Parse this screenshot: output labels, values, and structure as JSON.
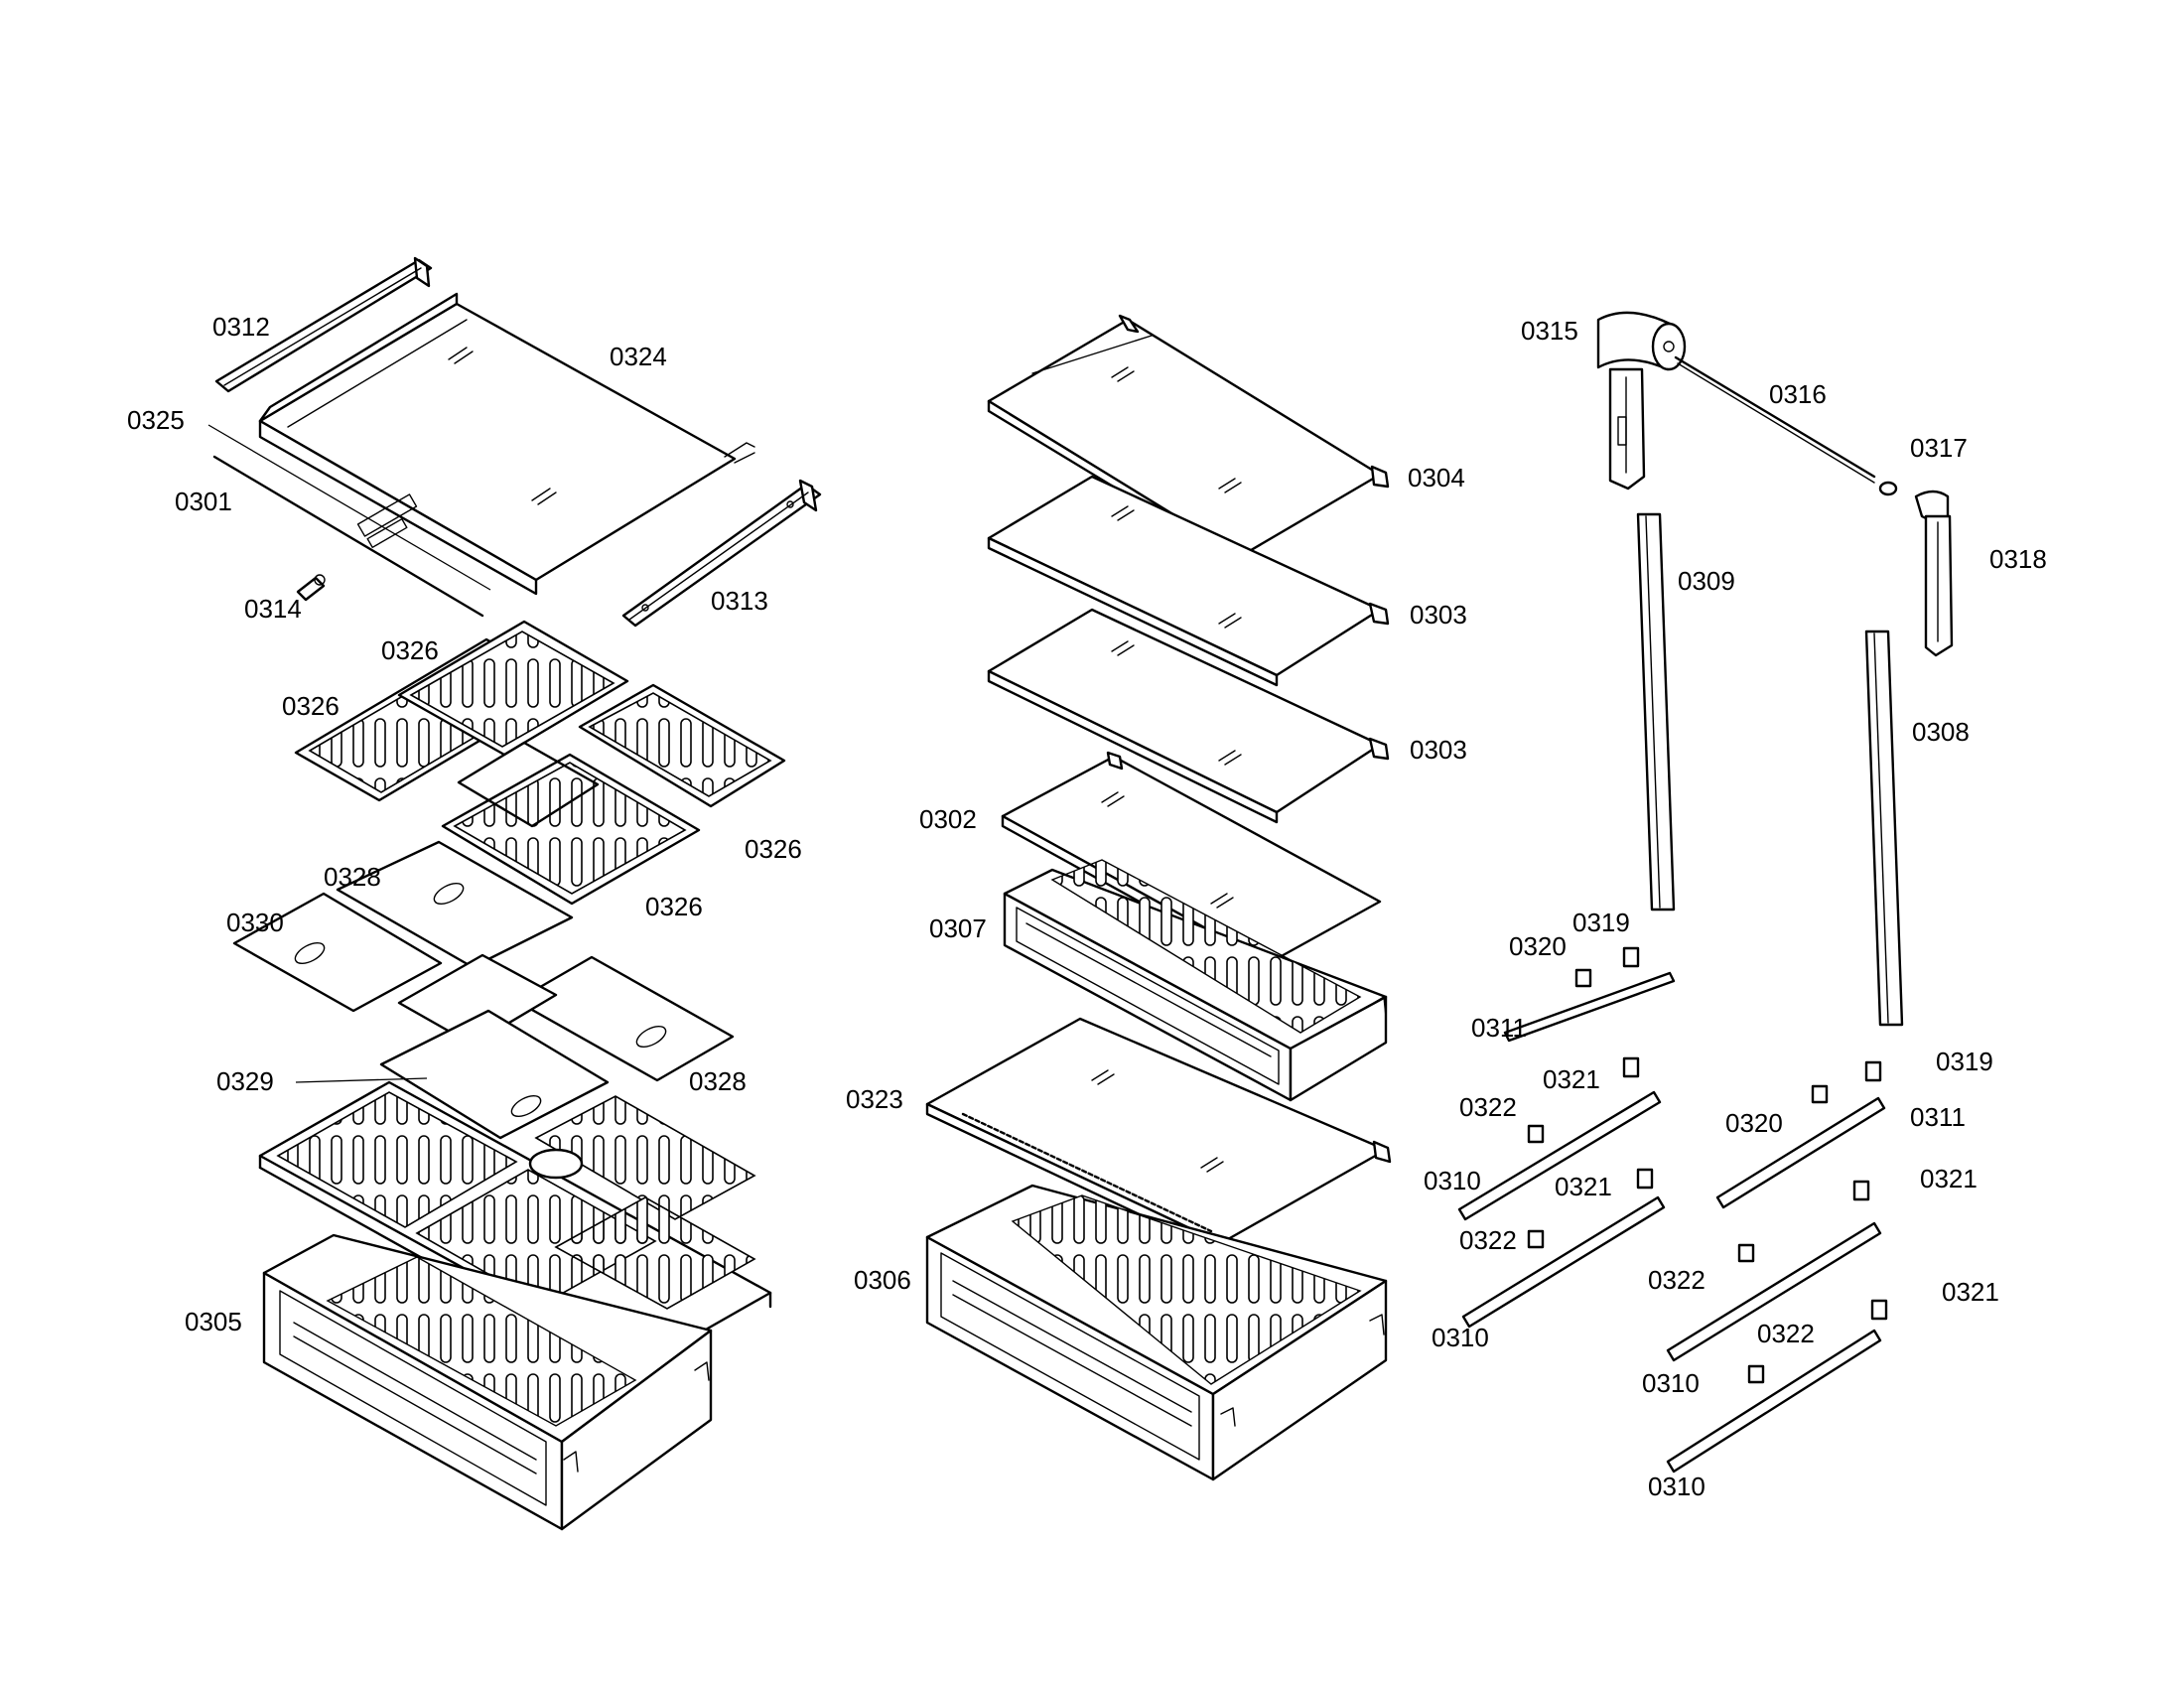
{
  "labels": {
    "p0312": "0312",
    "p0324": "0324",
    "p0325": "0325",
    "p0301": "0301",
    "p0314": "0314",
    "p0313": "0313",
    "p0326a": "0326",
    "p0326b": "0326",
    "p0326c": "0326",
    "p0326d": "0326",
    "p0328a": "0328",
    "p0330": "0330",
    "p0329": "0329",
    "p0328b": "0328",
    "p0305": "0305",
    "p0304": "0304",
    "p0303a": "0303",
    "p0303b": "0303",
    "p0302": "0302",
    "p0307": "0307",
    "p0323": "0323",
    "p0306": "0306",
    "p0315": "0315",
    "p0316": "0316",
    "p0317": "0317",
    "p0318": "0318",
    "p0309": "0309",
    "p0308": "0308",
    "p0319a": "0319",
    "p0320a": "0320",
    "p0311a": "0311",
    "p0321a": "0321",
    "p0322a": "0322",
    "p0310a": "0310",
    "p0321b": "0321",
    "p0322b": "0322",
    "p0310b": "0310",
    "p0319b": "0319",
    "p0320b": "0320",
    "p0311b": "0311",
    "p0321c": "0321",
    "p0322c": "0322",
    "p0321d": "0321",
    "p0310c": "0310",
    "p0322d": "0322",
    "p0310d": "0310"
  }
}
